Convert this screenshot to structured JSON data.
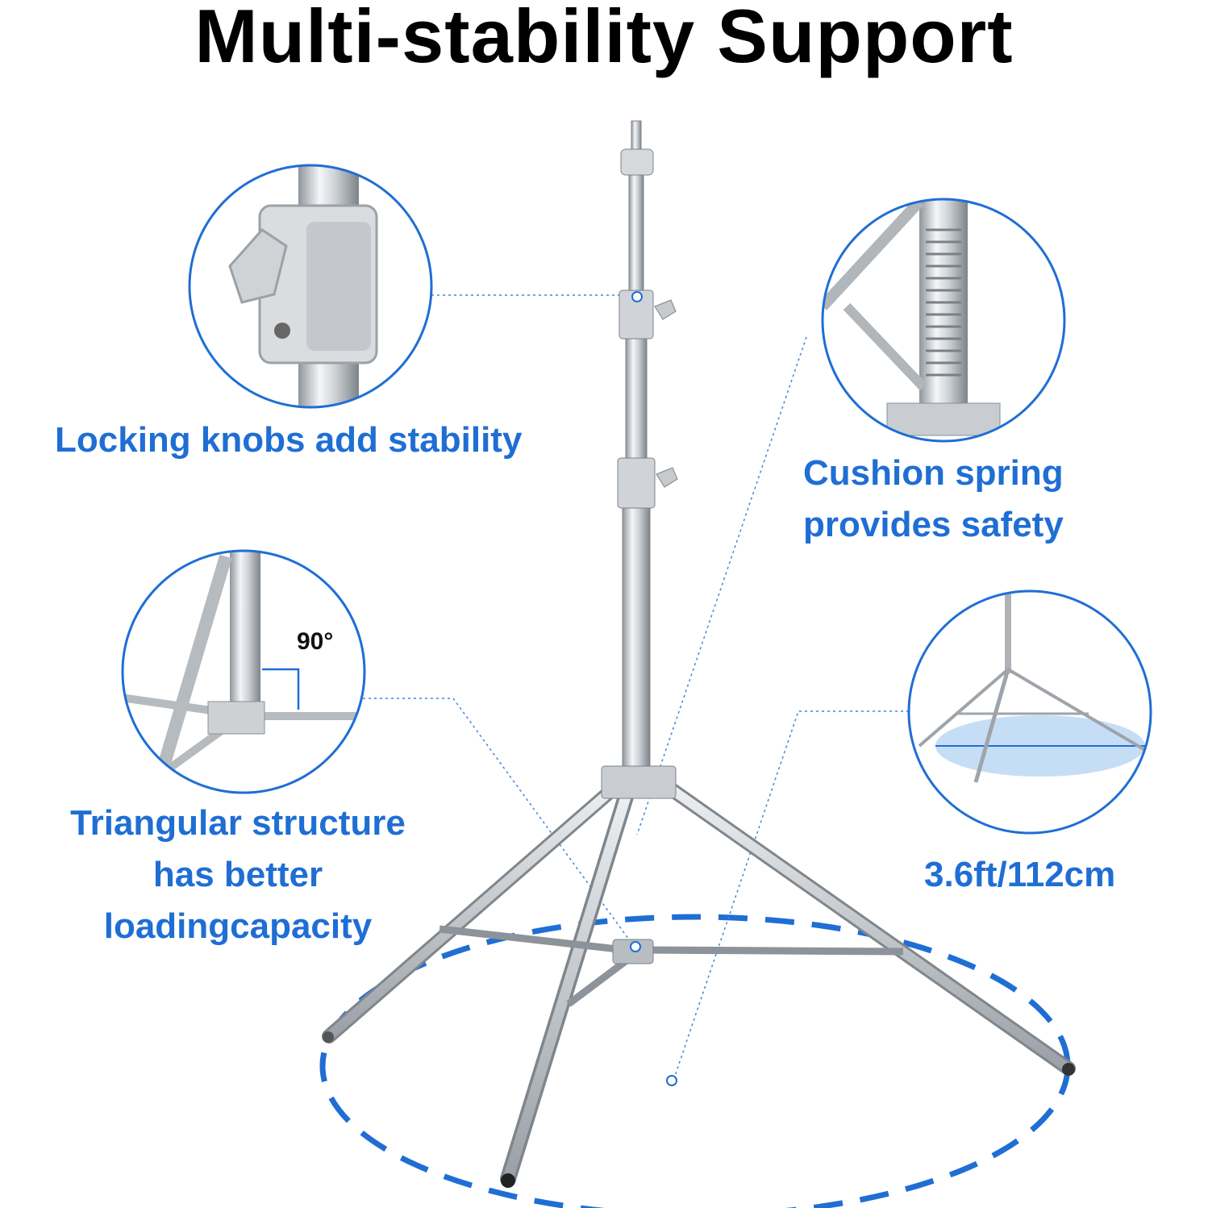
{
  "title": "Multi-stability Support",
  "callouts": {
    "locking": {
      "text": "Locking knobs add stability",
      "icon": "locking-knob-closeup"
    },
    "spring": {
      "line1": "Cushion spring",
      "line2": "provides safety",
      "icon": "cushion-spring-closeup"
    },
    "triangle": {
      "line1": "Triangular structure",
      "line2": "has better",
      "line3": "loadingcapacity",
      "angle": "90°",
      "icon": "triangular-leg-closeup"
    },
    "spread": {
      "text": "3.6ft/112cm",
      "icon": "leg-spread-closeup"
    }
  },
  "colors": {
    "accent": "#1f6ed4",
    "metal": "#c9cdd1",
    "metal_dark": "#8a9096",
    "text": "#000000"
  }
}
